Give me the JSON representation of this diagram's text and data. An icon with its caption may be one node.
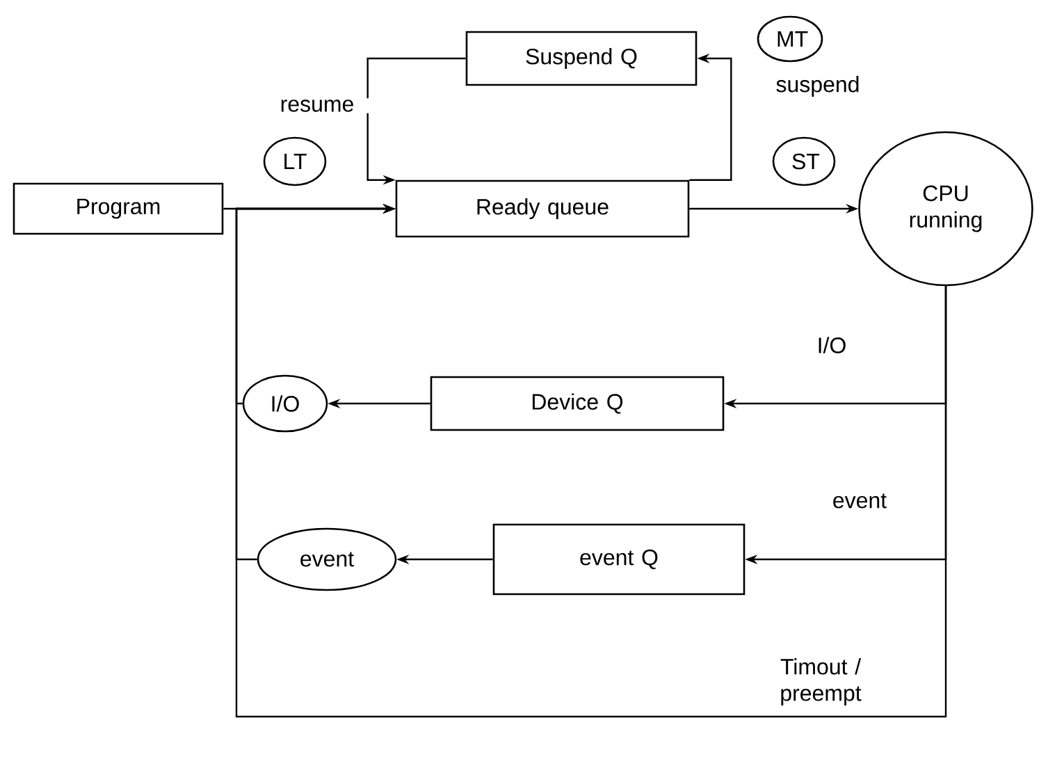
{
  "diagram": {
    "nodes": [
      {
        "text": [
          "Program"
        ]
      },
      {
        "text": [
          "Ready queue"
        ]
      },
      {
        "text": [
          "Suspend Q"
        ]
      },
      {
        "text": [
          "CPU running"
        ]
      },
      {
        "text": [
          "Device Q"
        ]
      },
      {
        "text": [
          "I/O"
        ]
      },
      {
        "text": [
          "event Q"
        ]
      },
      {
        "text": [
          "event"
        ]
      },
      {
        "text": [
          "LT"
        ]
      },
      {
        "text": [
          "ST"
        ]
      },
      {
        "text": [
          "MT"
        ]
      }
    ],
    "edges": [
      {
        "from": 0,
        "to": 1,
        "arrow": "to"
      },
      {
        "from": 1,
        "to": 3,
        "arrow": "to"
      },
      {
        "from": 1,
        "to": 2,
        "arrow": "to",
        "label": "suspend"
      },
      {
        "from": 2,
        "to": 1,
        "arrow": "to",
        "label": "resume"
      },
      {
        "from": 3,
        "to": 4,
        "arrow": "to",
        "label": "I/O"
      },
      {
        "from": 4,
        "to": 5,
        "arrow": "to"
      },
      {
        "from": 3,
        "to": 6,
        "arrow": "to",
        "label": "event"
      },
      {
        "from": 6,
        "to": 7,
        "arrow": "to"
      },
      {
        "from": 5,
        "to": 1,
        "arrow": "to"
      },
      {
        "from": 7,
        "to": 1,
        "arrow": "to"
      },
      {
        "from": 3,
        "to": 1,
        "arrow": "to",
        "label": "Timout / preempt"
      }
    ]
  }
}
